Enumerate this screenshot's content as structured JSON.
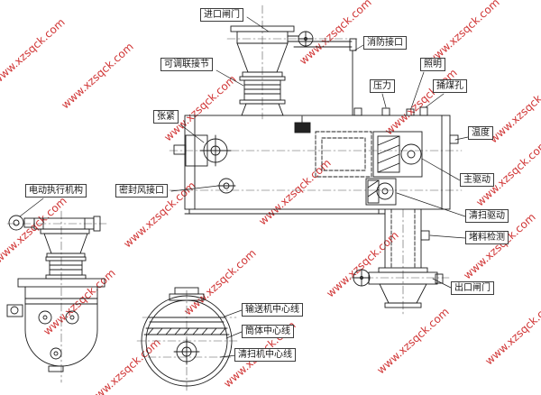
{
  "watermark": {
    "text": "www.xzsqck.com",
    "color": "#c91818"
  },
  "labels": {
    "inlet_gate": "进口闸门",
    "fire_interface": "消防接口",
    "adjustable_joint": "可调联接节",
    "lighting": "照明",
    "pressure": "压力",
    "coal_poke_hole": "捅煤孔",
    "tensioning": "张紧",
    "temperature": "温度",
    "main_drive": "主驱动",
    "electric_actuator": "电动执行机构",
    "seal_air_interface": "密封风接口",
    "cleaning_drive": "清扫驱动",
    "blockage_detection": "堵料检测",
    "outlet_gate": "出口闸门",
    "conveyor_centerline": "输送机中心线",
    "cylinder_centerline": "筒体中心线",
    "cleaner_centerline": "清扫机中心线"
  }
}
